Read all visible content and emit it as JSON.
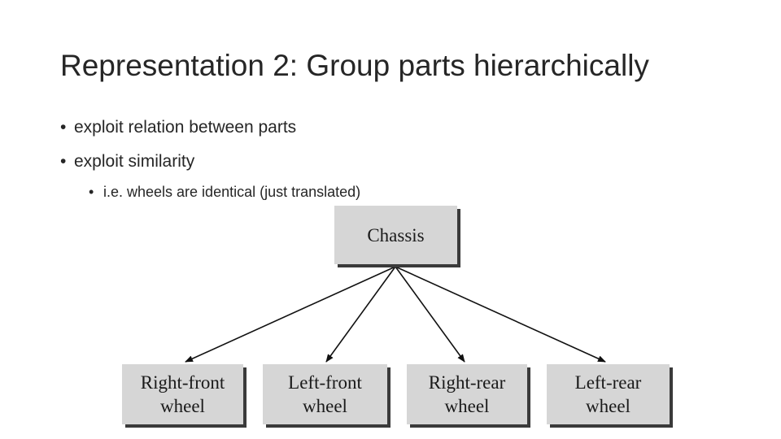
{
  "slide": {
    "title": "Representation 2: Group parts hierarchically",
    "bullets": [
      "exploit relation between parts",
      "exploit similarity"
    ],
    "sub_bullets": [
      "i.e. wheels are identical (just translated)"
    ],
    "bullet_glyph": "•"
  },
  "diagram": {
    "root": "Chassis",
    "children": [
      "Right-front\nwheel",
      "Left-front\nwheel",
      "Right-rear\nwheel",
      "Left-rear\nwheel"
    ],
    "box_color": "#d6d6d6",
    "shadow_color": "#3a3a3a",
    "arrow_color": "#111111"
  }
}
